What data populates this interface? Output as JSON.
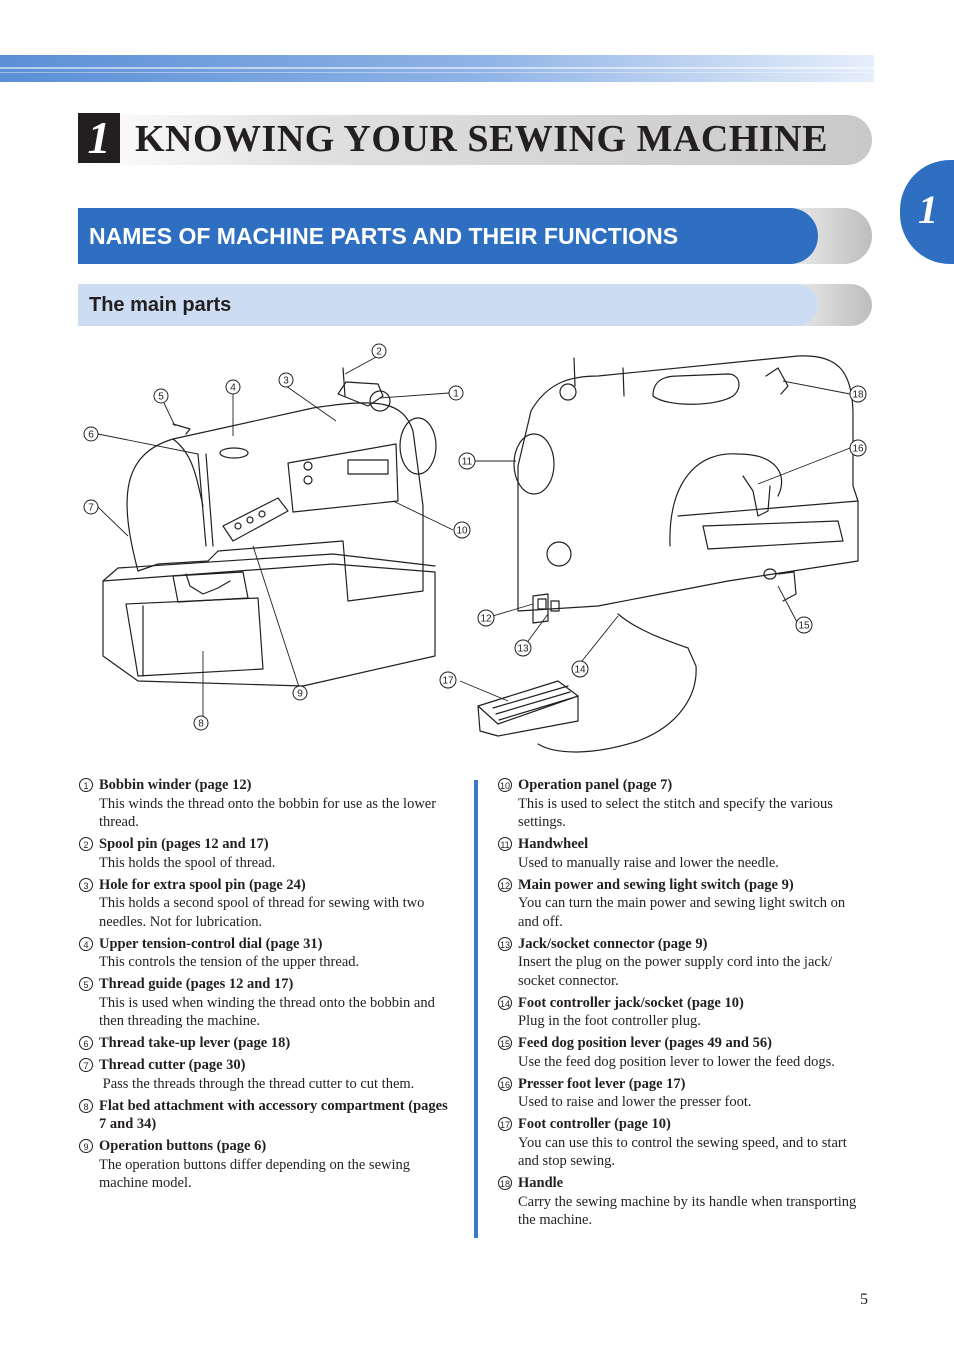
{
  "chapter": {
    "number": "1",
    "title": "KNOWING YOUR SEWING MACHINE"
  },
  "side_tab": "1",
  "section_title": "NAMES OF MACHINE PARTS AND THEIR FUNCTIONS",
  "subsection_title": "The main parts",
  "callouts": [
    "1",
    "2",
    "3",
    "4",
    "5",
    "6",
    "7",
    "8",
    "9",
    "10",
    "11",
    "12",
    "13",
    "14",
    "15",
    "16",
    "17",
    "18"
  ],
  "parts_left": [
    {
      "num": "1",
      "title": "Bobbin winder (page 12)",
      "desc": "This winds the thread onto the bobbin for use as the lower thread."
    },
    {
      "num": "2",
      "title": "Spool pin (pages 12 and 17)",
      "desc": "This holds the spool of thread."
    },
    {
      "num": "3",
      "title": "Hole for extra spool pin (page 24)",
      "desc": "This holds a second spool of thread for sewing with two needles. Not for lubrication."
    },
    {
      "num": "4",
      "title": "Upper tension-control dial (page 31)",
      "desc": "This controls the tension of the upper thread."
    },
    {
      "num": "5",
      "title": "Thread guide (pages 12 and 17)",
      "desc": "This is used when winding the thread onto the bobbin and then threading the machine."
    },
    {
      "num": "6",
      "title": "Thread take-up lever (page 18)",
      "desc": ""
    },
    {
      "num": "7",
      "title": "Thread cutter (page 30)",
      "desc": " Pass the threads through the thread cutter to cut them."
    },
    {
      "num": "8",
      "title": "Flat bed attachment with accessory compartment (pages 7 and 34)",
      "desc": ""
    },
    {
      "num": "9",
      "title": "Operation buttons (page 6)",
      "desc": "The operation buttons differ depending on the sewing machine model."
    }
  ],
  "parts_right": [
    {
      "num": "10",
      "title": "Operation panel (page 7)",
      "desc": "This is used to select the stitch and specify the various settings."
    },
    {
      "num": "11",
      "title": "Handwheel",
      "desc": "Used to manually raise and lower the needle."
    },
    {
      "num": "12",
      "title": "Main power and sewing light switch (page 9)",
      "desc": "You can turn the main power and sewing light switch on and off."
    },
    {
      "num": "13",
      "title": "Jack/socket connector (page 9)",
      "desc": "Insert the plug on the power supply cord into the jack/ socket connector."
    },
    {
      "num": "14",
      "title": "Foot controller jack/socket (page 10)",
      "desc": "Plug in the foot controller plug."
    },
    {
      "num": "15",
      "title": "Feed dog position lever (pages 49 and 56)",
      "desc": "Use the feed dog position lever to lower the feed dogs."
    },
    {
      "num": "16",
      "title": "Presser foot lever (page 17)",
      "desc": "Used to raise and lower the presser foot."
    },
    {
      "num": "17",
      "title": "Foot controller (page 10)",
      "desc": "You can use this to control the sewing speed, and to start and stop sewing."
    },
    {
      "num": "18",
      "title": "Handle",
      "desc": "Carry the sewing machine by its handle when transporting the machine."
    }
  ],
  "page_number": "5",
  "colors": {
    "accent": "#2f6fc1",
    "subhead": "#ccdcf3",
    "divider": "#3d78c7"
  }
}
